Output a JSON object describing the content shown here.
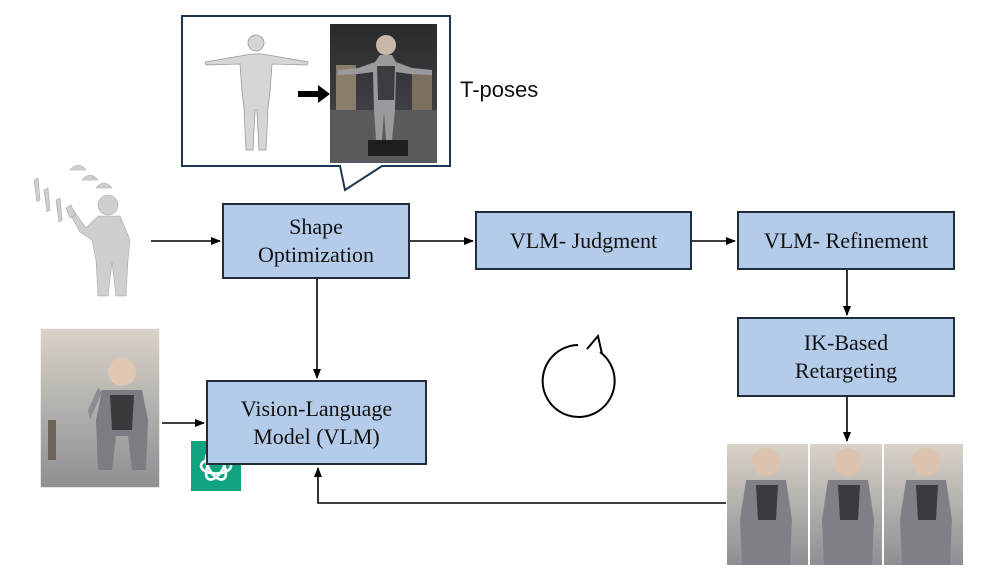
{
  "boxes": {
    "shape_optimization": "Shape\nOptimization",
    "vlm_judgment": "VLM- Judgment",
    "vlm_refinement": "VLM- Refinement",
    "ik_retargeting": "IK-Based\nRetargeting",
    "vlm_model": "Vision-Language\nModel (VLM)"
  },
  "callout": {
    "label": "T-poses"
  },
  "colors": {
    "box_fill": "#b4cce9",
    "box_border": "#1f2d3d",
    "chatgpt_green": "#10a37f"
  },
  "icons": {
    "model_logo": "chatgpt-logo-icon",
    "loop": "refresh-cycle-icon"
  }
}
